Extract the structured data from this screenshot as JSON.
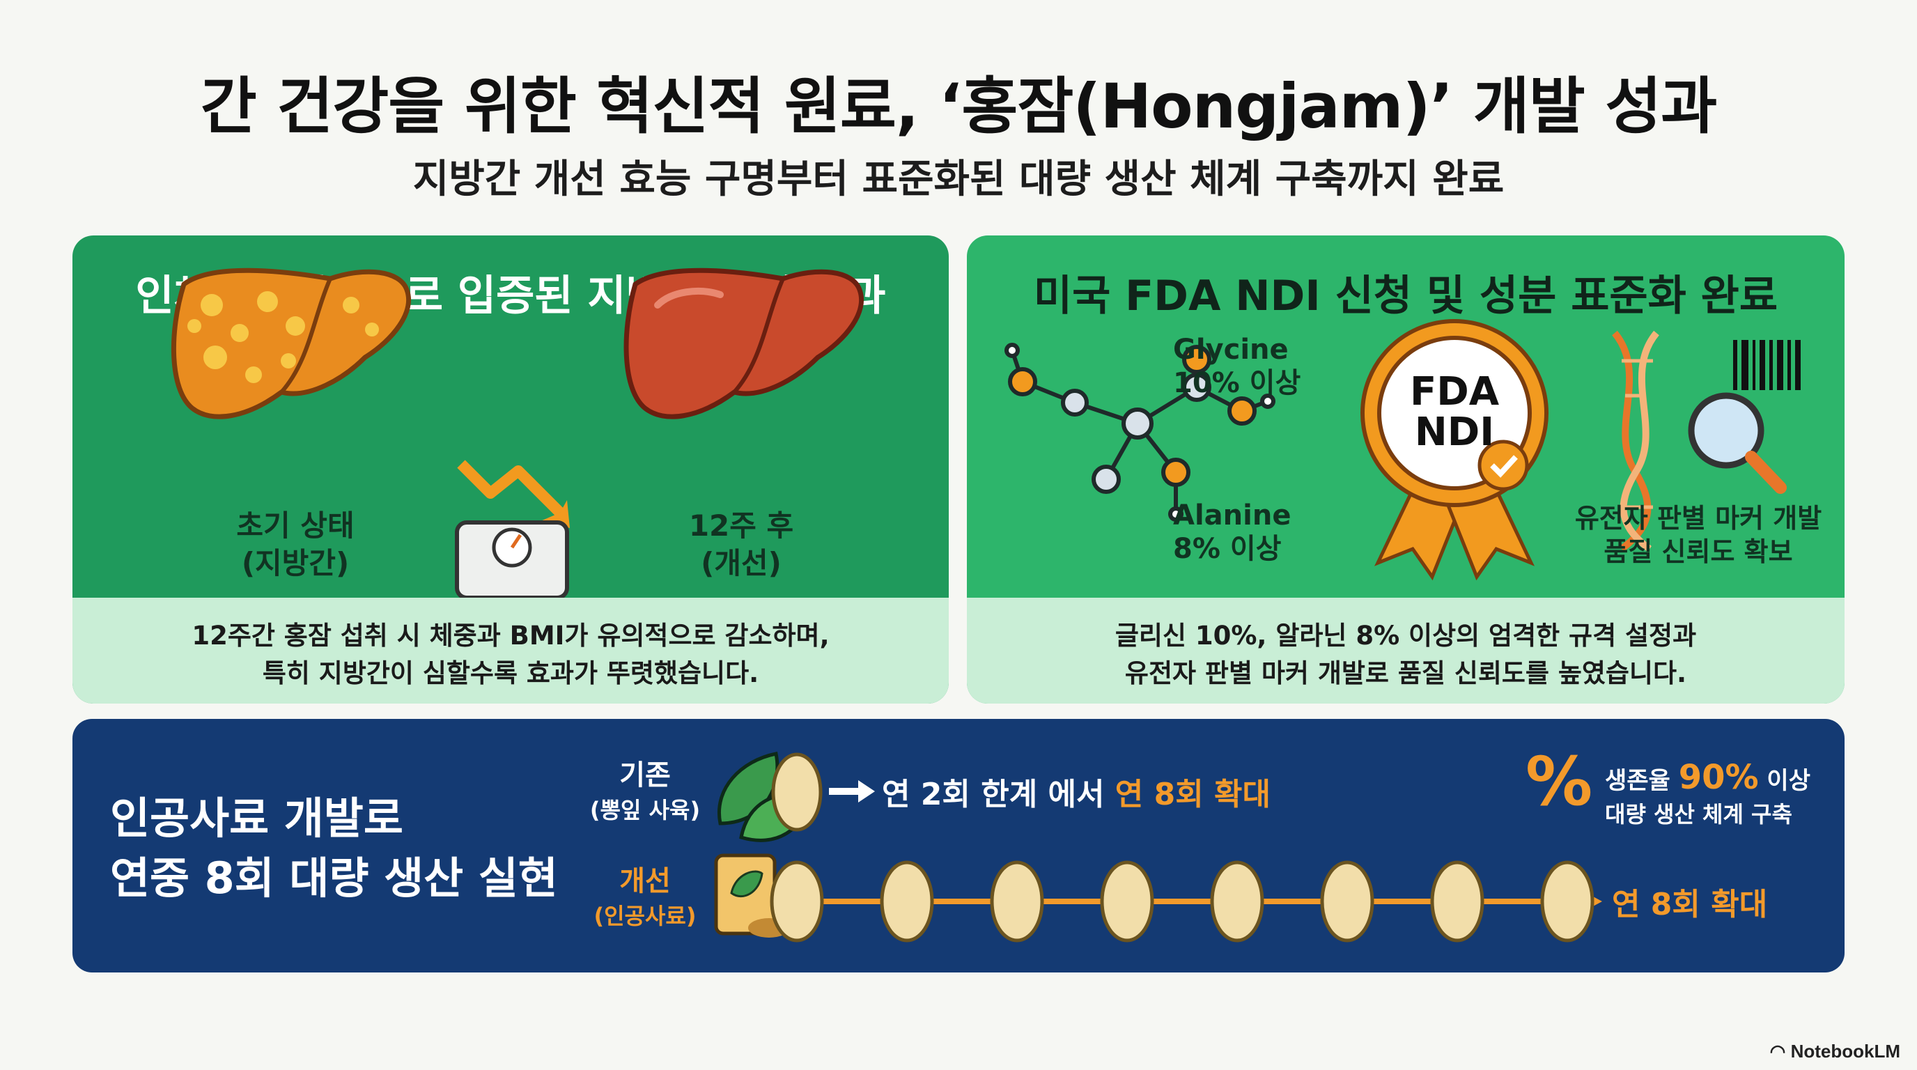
{
  "title": "간 건강을 위한 혁신적 원료, ‘홍잠(Hongjam)’ 개발 성과",
  "subtitle": "지방간 개선 효능 구명부터 표준화된 대량 생산 체계 구축까지 완료",
  "left_panel": {
    "title": "인체적용시험으로 입증된 지방간 개선 효과",
    "before_label_1": "초기 상태",
    "before_label_2": "(지방간)",
    "after_label_1": "12주 후",
    "after_label_2": "(개선)",
    "desc_1": "12주간 홍잠 섭취 시 체중과 BMI가 유의적으로 감소하며,",
    "desc_2": "특히 지방간이 심할수록 효과가 뚜렷했습니다."
  },
  "right_panel": {
    "title": "미국 FDA NDI 신청 및 성분 표준화 완료",
    "glycine_1": "Glycine",
    "glycine_2": "10% 이상",
    "alanine_1": "Alanine",
    "alanine_2": "8% 이상",
    "badge_1": "FDA",
    "badge_2": "NDI",
    "marker_1": "유전자 판별 마커 개발",
    "marker_2": "품질 신뢰도 확보",
    "desc_1": "글리신 10%, 알라닌 8% 이상의 엄격한 규격 설정과",
    "desc_2": "유전자 판별 마커 개발로 품질 신뢰도를 높였습니다."
  },
  "bottom_panel": {
    "title_1": "인공사료 개발로",
    "title_2": "연중 8회 대량 생산 실현",
    "existing_1": "기존",
    "existing_2": "(뽕잎 사육)",
    "existing_text_a": "연 2회 한계 에서",
    "existing_text_b": "연 8회 확대",
    "improved_1": "개선",
    "improved_2": "(인공사료)",
    "improved_text": "연 8회 확대",
    "survival_icon": "%",
    "survival_a": "생존율",
    "survival_b": "90%",
    "survival_c": "이상",
    "survival_2": "대량 생산 체계 구축",
    "cocoon_count": 8
  },
  "watermark": "NotebookLM",
  "colors": {
    "left_panel": "#1f9a5c",
    "right_panel": "#2db56b",
    "panel_foot": "#c9eed6",
    "bottom_panel": "#143a73",
    "accent_orange": "#f39a2b"
  }
}
